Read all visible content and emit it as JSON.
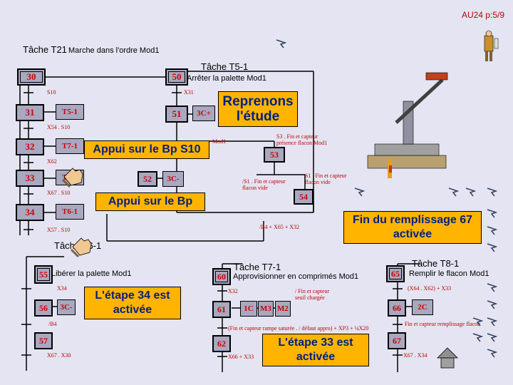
{
  "header": {
    "page_ref": "AU24 p:5/9"
  },
  "task_t21": {
    "title": "Tâche T21",
    "subtitle": "Marche dans l'ordre Mod1"
  },
  "task_t51": {
    "title": "Tâche T5-1",
    "action": "Arrêter la palette Mod1"
  },
  "task_t61": {
    "title": "Tâche T6-1",
    "action": "Libérer la palette Mod1"
  },
  "task_t71": {
    "title": "Tâche T7-1",
    "action": "Approvisionner en comprimés Mod1"
  },
  "task_t81": {
    "title": "Tâche T8-1",
    "action": "Remplir le flacon Mod1"
  },
  "steps": {
    "s30": "30",
    "s31": "31",
    "s32": "32",
    "s33": "33",
    "s34": "34",
    "s50": "50",
    "s51": "51",
    "s52": "52",
    "s53": "53",
    "s54": "54",
    "s55": "55",
    "s56": "56",
    "s57": "57",
    "s60": "60",
    "s61": "61",
    "s62": "62",
    "s65": "65",
    "s66": "66",
    "s67": "67"
  },
  "actions": {
    "a31": "T5-1",
    "a32": "T7-1",
    "a33": "T8-1",
    "a34": "T6-1",
    "a51": "3C+",
    "a52": "3C-",
    "a56": "3C-",
    "a61_1": "1C",
    "a61_2": "M3",
    "a61_3": "M2",
    "a66": "2C"
  },
  "conditions": {
    "c30": "S10",
    "c50": "X31",
    "c31": "X54 . S10",
    "c32": "X62",
    "c33": "X67 . S10",
    "c34": "X57 . S10",
    "c51": "S3 . Fin et capteur présence flacon Mod1",
    "c53a": "/S1 . Fin et capteur flacon vide",
    "c53b": "S1 . Fin et capteur flacon vide",
    "c54": "/B4 + X65 + X32",
    "c55": "X34",
    "c56": "/B4",
    "c57": "X67 . X30",
    "c60": "X32",
    "c61a": "/ Fin et capteur seuil chargée",
    "c61b": "(Fin et capteur rampe saturée . / défaut appro) + XP3 + ¼X20",
    "c62": "X66 + X33",
    "c65": "(X64 . X62) + X33",
    "c66": "Fin et capteur remplissage flacon",
    "c67": "X67 . X34",
    "c50b": "Mod1"
  },
  "callouts": {
    "reprenons": "Reprenons l'étude",
    "appui1": "Appui sur le Bp S10",
    "appui2": "Appui sur le Bp",
    "fin": "Fin du remplissage 67 activée",
    "etape34": "L'étape 34 est activée",
    "etape33": "L'étape 33 est activée"
  },
  "icons": [
    "figure-icon",
    "machine-icon",
    "hand-pointer-icon",
    "pennant-icon",
    "house-arrow-icon"
  ]
}
